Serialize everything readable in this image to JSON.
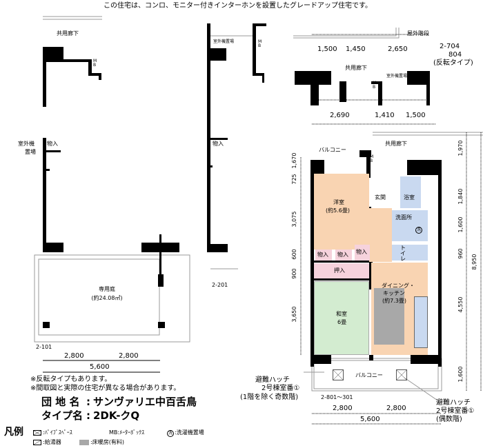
{
  "header": {
    "caption": "この住宅は、コンロ、モニター付きインターホンを設置したグレードアップ住宅です。"
  },
  "plan_101": {
    "corridor": "共用廊下",
    "mb": "M B",
    "ac_place_1": "室外機",
    "ac_place_2": "置場",
    "storage": "物入",
    "garden": "専用庭",
    "garden_area": "(約24.08㎡)",
    "unit": "2-101",
    "dims": [
      "2,800",
      "2,800",
      "5,600"
    ]
  },
  "plan_201": {
    "ac_place": "室外機置場",
    "mb": "M B",
    "storage": "物入",
    "unit": "2-201"
  },
  "plan_704": {
    "stairs": "屋外階段",
    "units_1": "2-704",
    "units_2": "804",
    "reverse": "(反転タイプ)",
    "corridor": "共用廊下",
    "ac_place": "室外機置場",
    "mb": "M B",
    "dims": [
      "1,500",
      "1,450",
      "2,650"
    ]
  },
  "main_plan": {
    "top_dims": [
      "2,690",
      "1,410",
      "1,500"
    ],
    "corridor": "共用廊下",
    "balcony_top": "バルコニー",
    "mb": "M B",
    "western_room": "洋室",
    "western_size": "(約5.6畳)",
    "entrance": "玄関",
    "bath": "浴室",
    "washroom": "洗面所",
    "washer": "洗",
    "toilet": "トイレ",
    "storage": [
      "物入",
      "物入",
      "物入"
    ],
    "closet": "押入",
    "dk_1": "ダイニング・",
    "dk_2": "キッチン",
    "dk_size": "(約7.3畳)",
    "japanese_room": "和室",
    "japanese_size": "6畳",
    "balcony_bottom": "バルコニー",
    "left_dims": [
      "1,670",
      "725",
      "3,075",
      "600",
      "900",
      "3,650"
    ],
    "right_dims": [
      "1,970",
      "1,840",
      "1,600",
      "960",
      "4,550",
      "1,600"
    ],
    "total_depth": "8,950",
    "bottom_dims": [
      "2,800",
      "2,800",
      "5,600"
    ],
    "units": "2-801～301",
    "hatch_odd": [
      "避難ハッチ",
      "2号棟室番①",
      "(1階を除く奇数階)"
    ],
    "hatch_even": [
      "避難ハッチ",
      "2号棟室番①",
      "(偶数階)"
    ]
  },
  "notes": [
    "※反転タイプもあります。",
    "※間取図と実際の住宅が異なる場合があります。"
  ],
  "info": {
    "estate_label": "団 地 名",
    "estate": "サンヴァリエ中百舌鳥",
    "type_label": "タイプ名",
    "type": "2DK-クQ"
  },
  "legend": {
    "title": "凡例",
    "pipe": ":ﾊﾟｲﾌﾟｽﾍﾟｰｽ",
    "mb": "MB:ﾒｰﾀｰﾎﾞｯｸｽ",
    "washer_icon": "洗",
    "washer": ":洗濯機置場",
    "water_heater": ":給湯器",
    "floor_heat": ":床暖房(有料)"
  },
  "colors": {
    "western": "#f9d4b2",
    "wet": "#c9d9f0",
    "storage": "#f6d2dc",
    "japanese": "#d3ecd0",
    "kitchen_floor": "#a8a8a8"
  }
}
